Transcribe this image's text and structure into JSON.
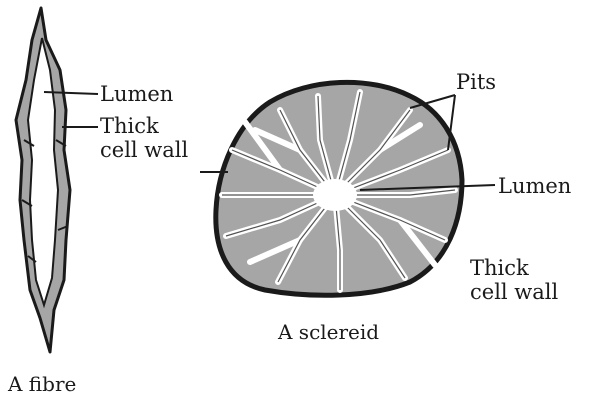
{
  "fibre": {
    "caption": "A fibre",
    "labels": {
      "lumen": "Lumen",
      "wall_line1": "Thick",
      "wall_line2": "cell wall"
    }
  },
  "sclereid": {
    "caption": "A sclereid",
    "labels": {
      "pits": "Pits",
      "lumen": "Lumen",
      "wall_line1": "Thick",
      "wall_line2": "cell wall"
    }
  },
  "colors": {
    "wall_fill": "#a6a6a6",
    "outline": "#1a1a1a",
    "lumen": "#ffffff"
  }
}
